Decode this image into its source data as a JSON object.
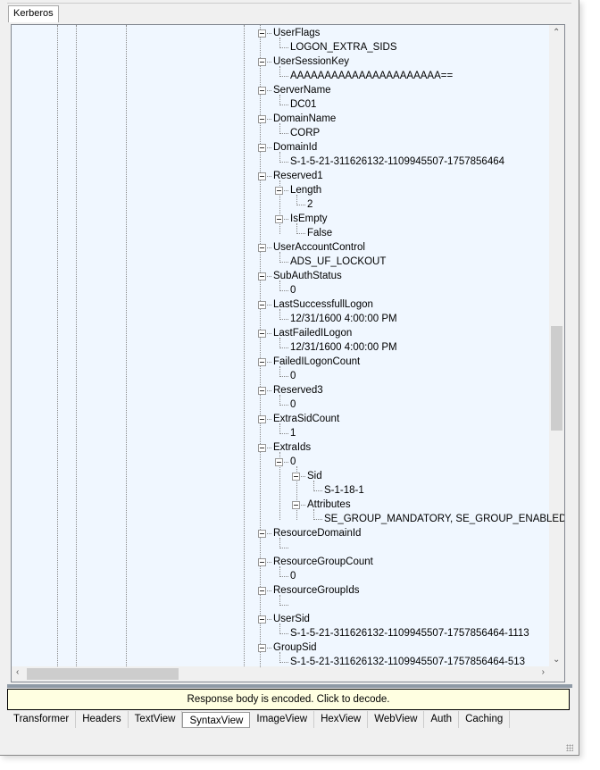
{
  "top_tab": "Kerberos",
  "tree": [
    {
      "t": "UserFlags",
      "l": 0,
      "b": 1
    },
    {
      "t": "LOGON_EXTRA_SIDS",
      "l": 1
    },
    {
      "t": "UserSessionKey",
      "l": 0,
      "b": 1
    },
    {
      "t": "AAAAAAAAAAAAAAAAAAAAAA==",
      "l": 1
    },
    {
      "t": "ServerName",
      "l": 0,
      "b": 1
    },
    {
      "t": "DC01",
      "l": 1
    },
    {
      "t": "DomainName",
      "l": 0,
      "b": 1
    },
    {
      "t": "CORP",
      "l": 1
    },
    {
      "t": "DomainId",
      "l": 0,
      "b": 1
    },
    {
      "t": "S-1-5-21-311626132-1109945507-1757856464",
      "l": 1
    },
    {
      "t": "Reserved1",
      "l": 0,
      "b": 1
    },
    {
      "t": "Length",
      "l": 1,
      "b": 1
    },
    {
      "t": "2",
      "l": 2
    },
    {
      "t": "IsEmpty",
      "l": 1,
      "b": 1
    },
    {
      "t": "False",
      "l": 2
    },
    {
      "t": "UserAccountControl",
      "l": 0,
      "b": 1
    },
    {
      "t": "ADS_UF_LOCKOUT",
      "l": 1
    },
    {
      "t": "SubAuthStatus",
      "l": 0,
      "b": 1
    },
    {
      "t": "0",
      "l": 1
    },
    {
      "t": "LastSuccessfullLogon",
      "l": 0,
      "b": 1
    },
    {
      "t": "12/31/1600 4:00:00 PM",
      "l": 1
    },
    {
      "t": "LastFailedILogon",
      "l": 0,
      "b": 1
    },
    {
      "t": "12/31/1600 4:00:00 PM",
      "l": 1
    },
    {
      "t": "FailedILogonCount",
      "l": 0,
      "b": 1
    },
    {
      "t": "0",
      "l": 1
    },
    {
      "t": "Reserved3",
      "l": 0,
      "b": 1
    },
    {
      "t": "0",
      "l": 1
    },
    {
      "t": "ExtraSidCount",
      "l": 0,
      "b": 1
    },
    {
      "t": "1",
      "l": 1
    },
    {
      "t": "ExtraIds",
      "l": 0,
      "b": 1
    },
    {
      "t": "0",
      "l": 1,
      "b": 1
    },
    {
      "t": "Sid",
      "l": 2,
      "b": 1
    },
    {
      "t": "S-1-18-1",
      "l": 3
    },
    {
      "t": "Attributes",
      "l": 2,
      "b": 1
    },
    {
      "t": "SE_GROUP_MANDATORY, SE_GROUP_ENABLED",
      "l": 3
    },
    {
      "t": "ResourceDomainId",
      "l": 0,
      "b": 1
    },
    {
      "t": "",
      "l": 1
    },
    {
      "t": "ResourceGroupCount",
      "l": 0,
      "b": 1
    },
    {
      "t": "0",
      "l": 1
    },
    {
      "t": "ResourceGroupIds",
      "l": 0,
      "b": 1
    },
    {
      "t": "",
      "l": 1
    },
    {
      "t": "UserSid",
      "l": 0,
      "b": 1
    },
    {
      "t": "S-1-5-21-311626132-1109945507-1757856464-1113",
      "l": 1
    },
    {
      "t": "GroupSid",
      "l": 0,
      "b": 1
    },
    {
      "t": "S-1-5-21-311626132-1109945507-1757856464-513",
      "l": 1
    }
  ],
  "encoded_notice": "Response body is encoded. Click to decode.",
  "tabs": [
    "Transformer",
    "Headers",
    "TextView",
    "SyntaxView",
    "ImageView",
    "HexView",
    "WebView",
    "Auth",
    "Caching"
  ],
  "active_tab": "SyntaxView"
}
